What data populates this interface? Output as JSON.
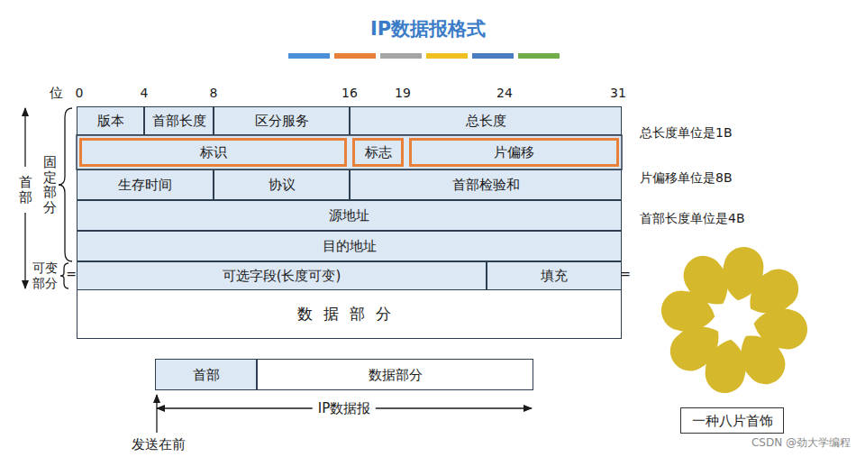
{
  "diagram": {
    "title": "IP数据报格式",
    "nodes": [
      {
        "text": [
          "版本"
        ]
      },
      {
        "text": [
          "首部长度"
        ]
      },
      {
        "text": [
          "区分服务"
        ]
      },
      {
        "text": [
          "总长度"
        ]
      },
      {
        "text": [
          "标识"
        ]
      },
      {
        "text": [
          "标志"
        ]
      },
      {
        "text": [
          "片偏移"
        ]
      },
      {
        "text": [
          "生存时间"
        ]
      },
      {
        "text": [
          "协议"
        ]
      },
      {
        "text": [
          "首部检验和"
        ]
      },
      {
        "text": [
          "源地址"
        ]
      },
      {
        "text": [
          "目的地址"
        ]
      },
      {
        "text": [
          "可选字段(长度可变)"
        ]
      },
      {
        "text": [
          "填充"
        ]
      },
      {
        "text": [
          "数据部分"
        ]
      },
      {
        "text": [
          "首部"
        ]
      },
      {
        "text": [
          "数据部分"
        ]
      },
      {
        "text": [
          "一种八片首饰"
        ]
      }
    ],
    "labels": [
      "位",
      "0",
      "4",
      "8",
      "16",
      "19",
      "24",
      "31",
      "首部",
      "固定部分",
      "可变部分",
      "=",
      "=",
      "总长度单位是1B",
      "片偏移单位是8B",
      "首部长度单位是4B",
      "IP数据报",
      "发送在前",
      "CSDN @劲大学编程"
    ]
  }
}
